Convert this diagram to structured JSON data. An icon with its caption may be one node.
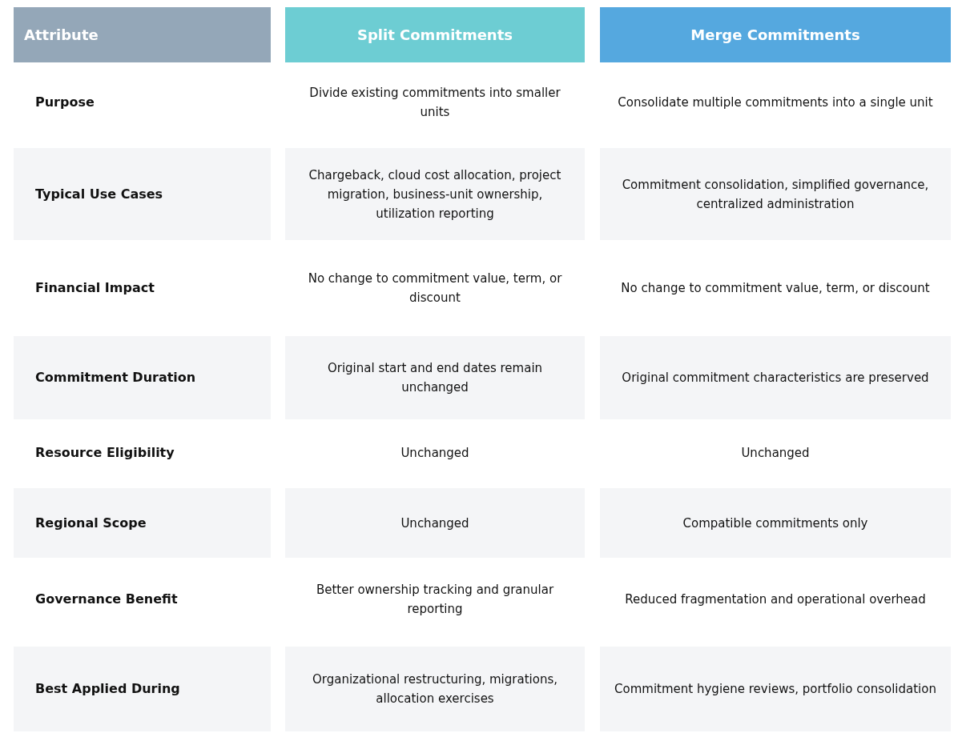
{
  "diagram": {
    "labels": [
      "Attribute",
      "Split Commitments",
      "Merge Commitments",
      "Purpose",
      "Divide existing commitments into smaller units",
      "Consolidate multiple commitments into a single unit",
      "Typical Use Cases",
      "Chargeback, cloud cost allocation, project migration, business-unit ownership, utilization reporting",
      "Commitment consolidation, simplified governance, centralized administration",
      "Financial Impact",
      "No change to commitment value, term, or discount",
      "No change to commitment value, term, or discount",
      "Commitment Duration",
      "Original start and end dates remain unchanged",
      "Original commitment characteristics are preserved",
      "Resource Eligibility",
      "Unchanged",
      "Unchanged",
      "Regional Scope",
      "Unchanged",
      "Compatible commitments only",
      "Governance Benefit",
      "Better ownership tracking and granular reporting",
      "Reduced fragmentation and operational overhead",
      "Best Applied During",
      "Organizational restructuring, migrations, allocation exercises",
      "Commitment hygiene reviews, portfolio consolidation"
    ]
  }
}
